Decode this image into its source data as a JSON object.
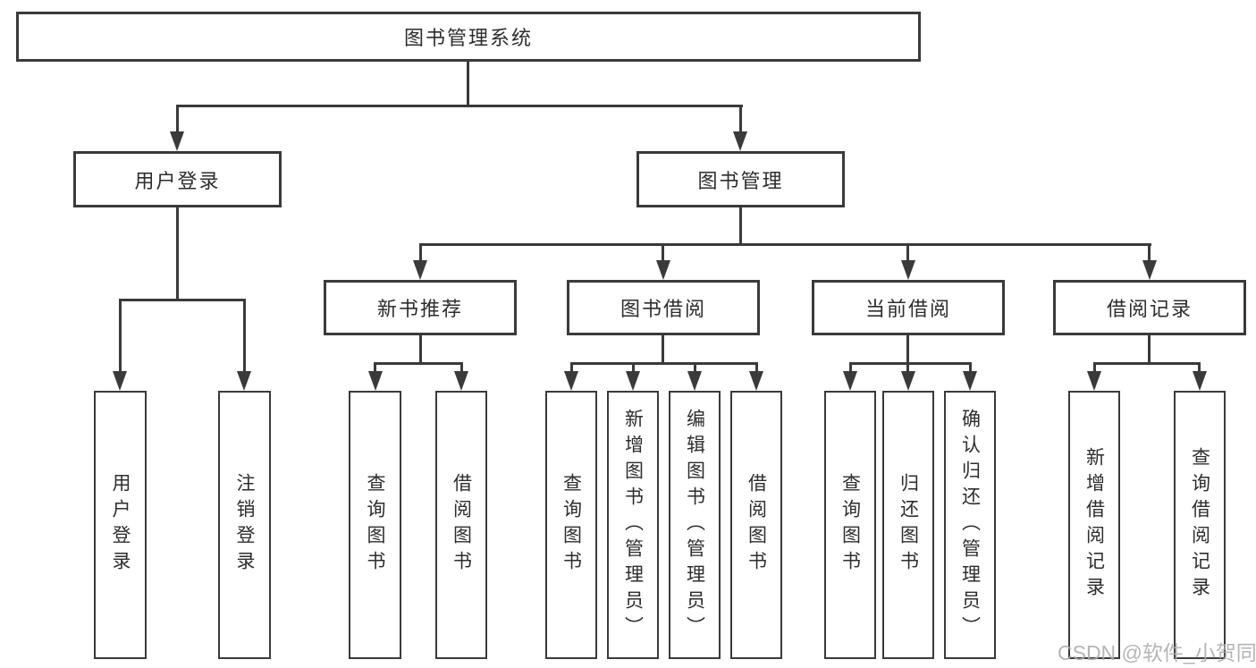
{
  "watermark": "CSDN @软件_小贺同学",
  "colors": {
    "line": "#3a3a3a",
    "box_border": "#3a3a3a",
    "text": "#2d2d2d",
    "watermark": "#ababab",
    "background": "#ffffff"
  },
  "tree": {
    "label": "图书管理系统",
    "children": [
      {
        "label": "用户登录",
        "children": [
          {
            "label": "用户登录"
          },
          {
            "label": "注销登录"
          }
        ]
      },
      {
        "label": "图书管理",
        "children": [
          {
            "label": "新书推荐",
            "children": [
              {
                "label": "查询图书"
              },
              {
                "label": "借阅图书"
              }
            ]
          },
          {
            "label": "图书借阅",
            "children": [
              {
                "label": "查询图书"
              },
              {
                "label": "新增图书（管理员）"
              },
              {
                "label": "编辑图书（管理员）"
              },
              {
                "label": "借阅图书"
              }
            ]
          },
          {
            "label": "当前借阅",
            "children": [
              {
                "label": "查询图书"
              },
              {
                "label": "归还图书"
              },
              {
                "label": "确认归还（管理员）"
              }
            ]
          },
          {
            "label": "借阅记录",
            "children": [
              {
                "label": "新增借阅记录"
              },
              {
                "label": "查询借阅记录"
              }
            ]
          }
        ]
      }
    ]
  }
}
